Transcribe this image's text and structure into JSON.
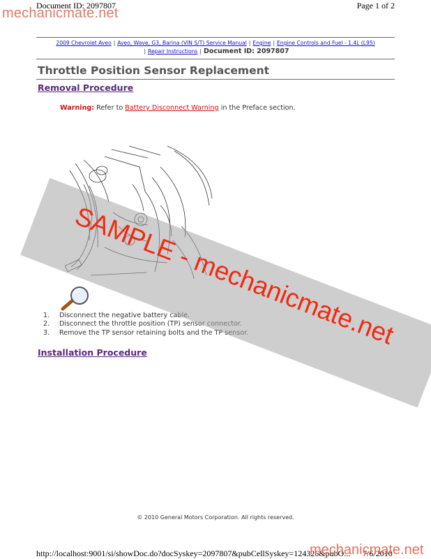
{
  "header": {
    "document_id": "Document ID: 2097807",
    "page": "Page 1 of 2",
    "brand": "mechanicmate.net"
  },
  "breadcrumb": {
    "items": [
      "2009 Chevrolet Aveo",
      "Aveo, Wave, G3, Barina (VIN S/T) Service Manual",
      "Engine",
      "Engine Controls and Fuel - 1.4L (L95)",
      "Repair Instructions"
    ],
    "doc_id": "Document ID: 2097807"
  },
  "page": {
    "title": "Throttle Position Sensor Replacement",
    "removal_heading": "Removal Procedure",
    "installation_heading": "Installation Procedure"
  },
  "warning": {
    "label": "Warning:",
    "prefix": "Refer to",
    "link": "Battery Disconnect Warning",
    "suffix": "in the Preface section."
  },
  "steps": [
    {
      "num": "1.",
      "text": "Disconnect the negative battery cable."
    },
    {
      "num": "2.",
      "text": "Disconnect the throttle position (TP) sensor connector."
    },
    {
      "num": "3.",
      "text": "Remove the TP sensor retaining bolts and the TP sensor."
    }
  ],
  "watermark": {
    "text": "SAMPLE - mechanicmate.net"
  },
  "footer": {
    "copyright": "© 2010 General Motors Corporation.  All rights reserved.",
    "url": "http://localhost:9001/si/showDoc.do?docSyskey=2097807&pubCellSyskey=124326&pubO...",
    "date": "7/6/2010",
    "brand": "mechanicmate.net"
  },
  "colors": {
    "link_blue": "#1a0ec8",
    "heading_purple": "#5a2a7a",
    "warning_red": "#d01010",
    "watermark_red": "#f02a10",
    "brand_salmon": "#e06a55"
  }
}
